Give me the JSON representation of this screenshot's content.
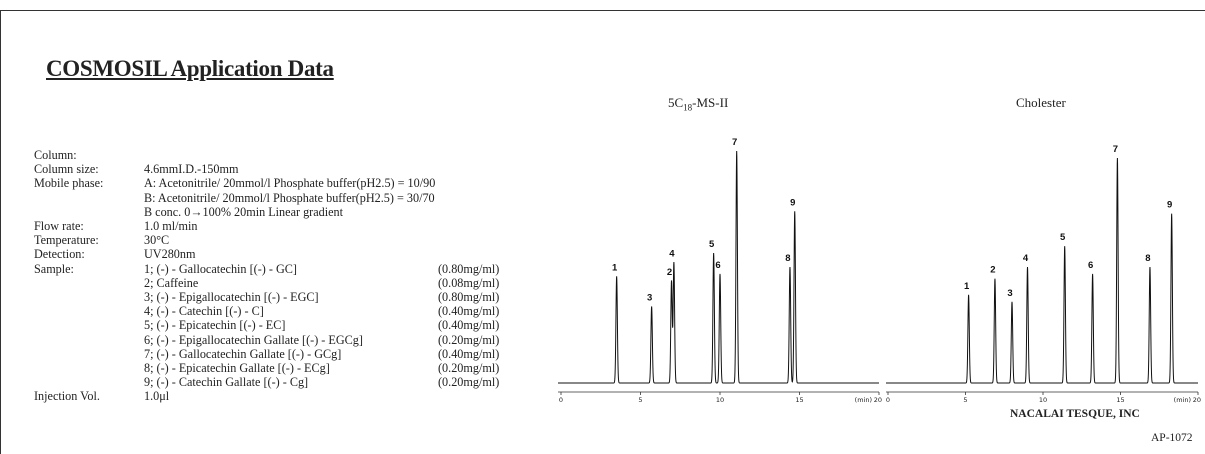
{
  "title": "COSMOSIL Application Data",
  "conditions": [
    {
      "label": "Column:",
      "value": ""
    },
    {
      "label": "Column size:",
      "value": "4.6mmI.D.-150mm"
    },
    {
      "label": "Mobile phase:",
      "value": "A: Acetonitrile/ 20mmol/l Phosphate buffer(pH2.5) = 10/90"
    },
    {
      "label": "",
      "value": "B: Acetonitrile/ 20mmol/l Phosphate buffer(pH2.5) = 30/70"
    },
    {
      "label": "",
      "value": "B conc. 0→100% 20min Linear gradient"
    },
    {
      "label": "Flow rate:",
      "value": "1.0 ml/min"
    },
    {
      "label": "Temperature:",
      "value": "30°C"
    },
    {
      "label": "Detection:",
      "value": "UV280nm"
    }
  ],
  "sample_label": "Sample:",
  "samples": [
    {
      "name": "1; (-) - Gallocatechin [(-) - GC]",
      "conc": "(0.80mg/ml)"
    },
    {
      "name": "2; Caffeine",
      "conc": "(0.08mg/ml)"
    },
    {
      "name": "3; (-) - Epigallocatechin [(-) - EGC]",
      "conc": "(0.80mg/ml)"
    },
    {
      "name": "4; (-) - Catechin [(-) - C]",
      "conc": "(0.40mg/ml)"
    },
    {
      "name": "5; (-) - Epicatechin [(-) - EC]",
      "conc": "(0.40mg/ml)"
    },
    {
      "name": "6; (-) - Epigallocatechin Gallate [(-) - EGCg]",
      "conc": "(0.20mg/ml)"
    },
    {
      "name": "7; (-) - Gallocatechin Gallate [(-) - GCg]",
      "conc": "(0.40mg/ml)"
    },
    {
      "name": "8; (-) - Epicatechin Gallate [(-) - ECg]",
      "conc": "(0.20mg/ml)"
    },
    {
      "name": "9; (-) - Catechin Gallate [(-) - Cg]",
      "conc": "(0.20mg/ml)"
    }
  ],
  "injection": {
    "label": "Injection Vol.",
    "value": "1.0μl"
  },
  "footer": {
    "maker": "NACALAI TESQUE, INC",
    "code": "AP-1072"
  },
  "chart_data": [
    {
      "type": "line",
      "title": "5C18-MS-II",
      "title_main": "5C",
      "title_sub": "18",
      "title_rest": "-MS-II",
      "xlim": [
        0,
        20
      ],
      "xticks": [
        0,
        5,
        10,
        15,
        20
      ],
      "xtick_labels": [
        "0",
        "5",
        "10",
        "15",
        "20"
      ],
      "xunit": "(min)",
      "peaks": [
        {
          "label": "1",
          "rt": 3.5,
          "height": 0.46
        },
        {
          "label": "3",
          "rt": 5.7,
          "height": 0.33
        },
        {
          "label": "2",
          "rt": 6.95,
          "height": 0.44
        },
        {
          "label": "4",
          "rt": 7.1,
          "height": 0.52
        },
        {
          "label": "5",
          "rt": 9.6,
          "height": 0.56
        },
        {
          "label": "6",
          "rt": 10.0,
          "height": 0.47
        },
        {
          "label": "7",
          "rt": 11.05,
          "height": 1.0
        },
        {
          "label": "8",
          "rt": 14.4,
          "height": 0.5
        },
        {
          "label": "9",
          "rt": 14.7,
          "height": 0.74
        }
      ]
    },
    {
      "type": "line",
      "title": "Cholester",
      "xlim": [
        0,
        20
      ],
      "xticks": [
        0,
        5,
        10,
        15,
        20
      ],
      "xtick_labels": [
        "0",
        "5",
        "10",
        "15",
        "20"
      ],
      "xunit": "(min)",
      "peaks": [
        {
          "label": "1",
          "rt": 5.2,
          "height": 0.38
        },
        {
          "label": "2",
          "rt": 6.9,
          "height": 0.45
        },
        {
          "label": "3",
          "rt": 8.0,
          "height": 0.35
        },
        {
          "label": "4",
          "rt": 9.0,
          "height": 0.5
        },
        {
          "label": "5",
          "rt": 11.4,
          "height": 0.59
        },
        {
          "label": "6",
          "rt": 13.2,
          "height": 0.47
        },
        {
          "label": "7",
          "rt": 14.8,
          "height": 0.97
        },
        {
          "label": "8",
          "rt": 16.9,
          "height": 0.5
        },
        {
          "label": "9",
          "rt": 18.3,
          "height": 0.73
        }
      ]
    }
  ]
}
